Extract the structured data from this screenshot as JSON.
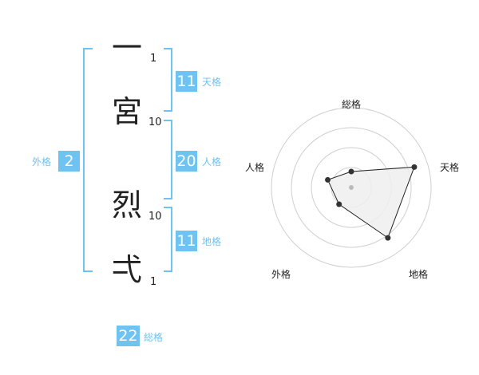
{
  "name": {
    "chars": [
      {
        "char": "一",
        "strokes": "1"
      },
      {
        "char": "宮",
        "strokes": "10"
      },
      {
        "char": "烈",
        "strokes": "10"
      },
      {
        "char": "弌",
        "strokes": "1"
      }
    ]
  },
  "kakusu": {
    "tenkaku": {
      "value": "11",
      "label": "天格"
    },
    "jinkaku": {
      "value": "20",
      "label": "人格"
    },
    "chikaku": {
      "value": "11",
      "label": "地格"
    },
    "gaikaku": {
      "value": "2",
      "label": "外格"
    },
    "soukaku": {
      "value": "22",
      "label": "総格"
    }
  },
  "radar": {
    "axes": [
      "総格",
      "天格",
      "地格",
      "外格",
      "人格"
    ],
    "rings": 4,
    "values": [
      0.2,
      0.83,
      0.78,
      0.26,
      0.31
    ],
    "colors": {
      "fill": "#efefef",
      "stroke": "#222222",
      "ring": "#cfcfcf",
      "point": "#333333",
      "center": "#bbbbbb"
    }
  },
  "colors": {
    "accent": "#6ec3f2"
  }
}
